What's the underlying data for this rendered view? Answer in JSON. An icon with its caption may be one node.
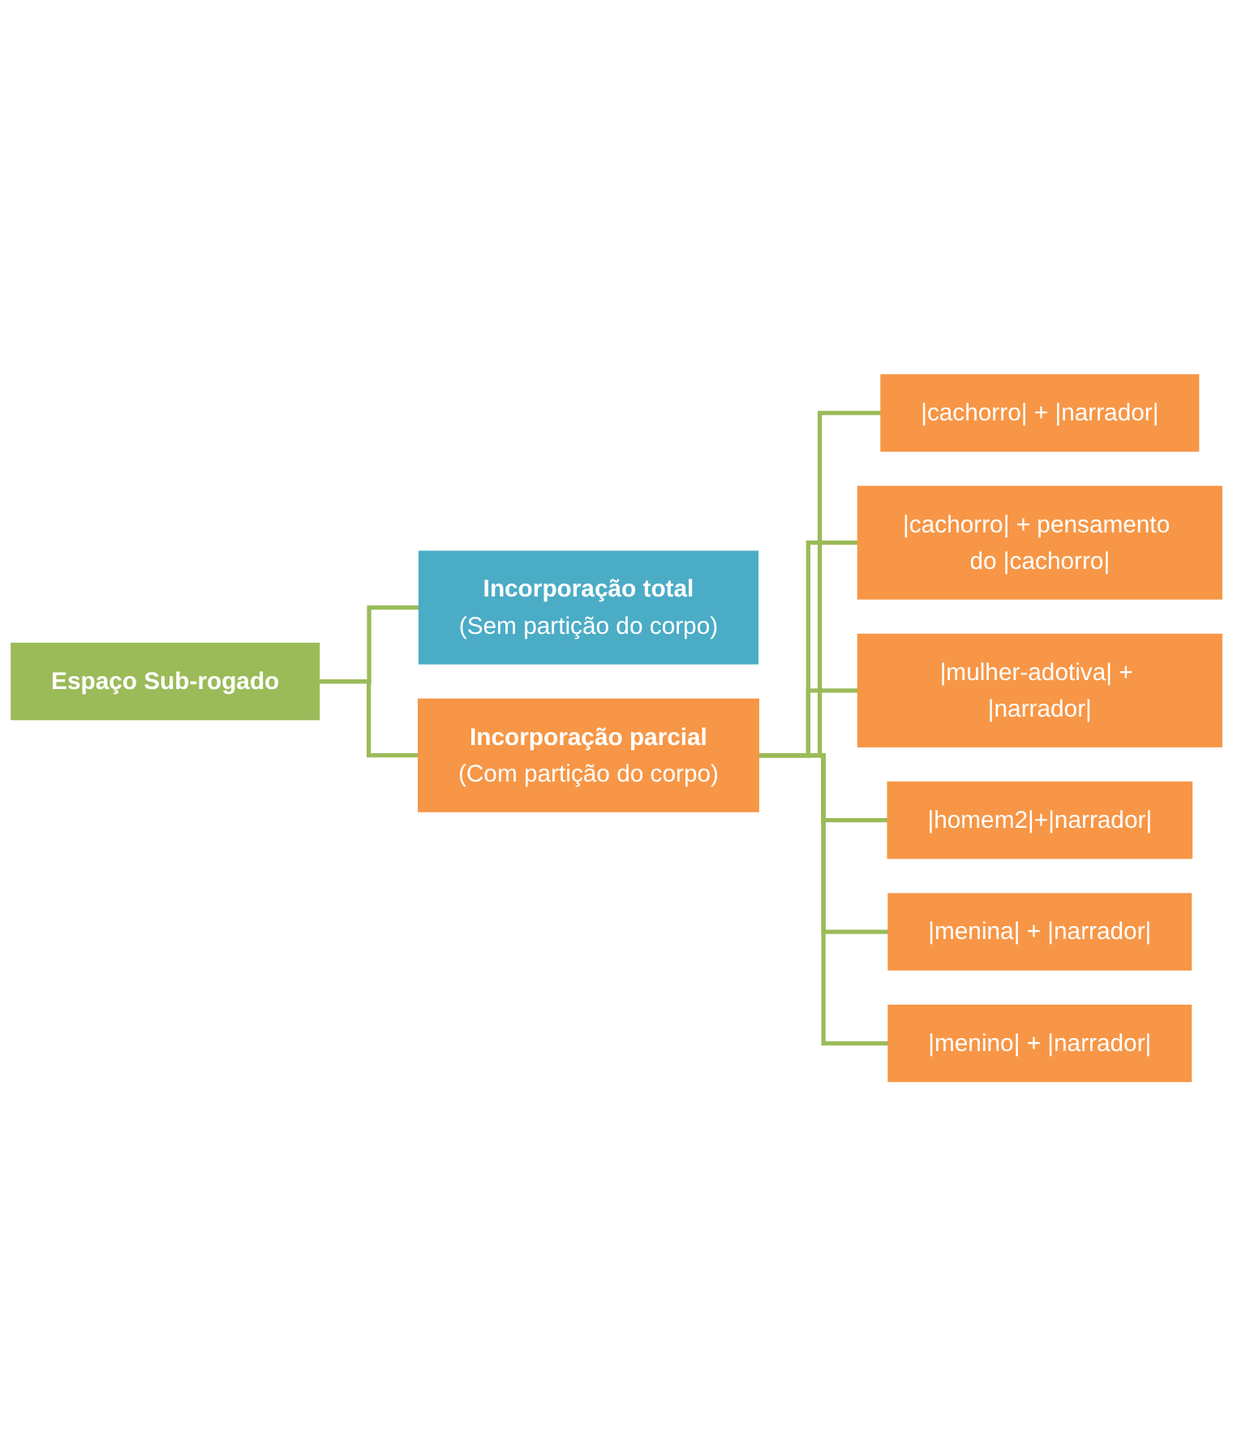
{
  "diagram": {
    "nodes": [
      {
        "text": [
          "Espaço Sub-rogado"
        ]
      },
      {
        "text": [
          "Incorporação total",
          "(Sem partição do corpo)"
        ]
      },
      {
        "text": [
          "Incorporação parcial",
          "(Com partição do corpo)"
        ]
      },
      {
        "text": [
          "|cachorro| + |narrador|"
        ]
      },
      {
        "text": [
          "|cachorro| + pensamento do |cachorro|"
        ]
      },
      {
        "text": [
          "|mulher-adotiva| + |narrador|"
        ]
      },
      {
        "text": [
          "|homem2|+|narrador|"
        ]
      },
      {
        "text": [
          "|menina| + |narrador|"
        ]
      },
      {
        "text": [
          "|menino| + |narrador|"
        ]
      }
    ],
    "edges": [
      {
        "from": 0,
        "to": 1,
        "arrow": "none"
      },
      {
        "from": 0,
        "to": 2,
        "arrow": "none"
      },
      {
        "from": 2,
        "to": 3,
        "arrow": "none"
      },
      {
        "from": 2,
        "to": 4,
        "arrow": "none"
      },
      {
        "from": 2,
        "to": 5,
        "arrow": "none"
      },
      {
        "from": 2,
        "to": 6,
        "arrow": "none"
      },
      {
        "from": 2,
        "to": 7,
        "arrow": "none"
      },
      {
        "from": 2,
        "to": 8,
        "arrow": "none"
      }
    ]
  }
}
